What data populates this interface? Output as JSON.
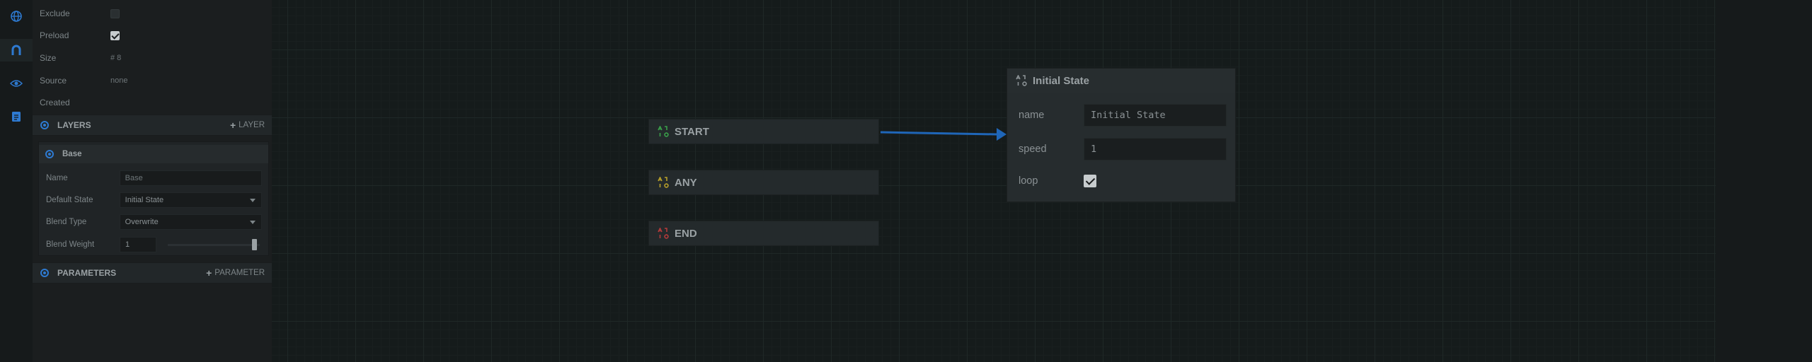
{
  "asset": {
    "exclude_label": "Exclude",
    "exclude_checked": false,
    "preload_label": "Preload",
    "preload_checked": true,
    "size_label": "Size",
    "size_value": "# 8",
    "source_label": "Source",
    "source_value": "none",
    "created_label": "Created"
  },
  "layers": {
    "title": "LAYERS",
    "add_label": "LAYER",
    "items": [
      {
        "name": "Base",
        "fields": {
          "name_label": "Name",
          "name_placeholder": "Base",
          "default_state_label": "Default State",
          "default_state_value": "Initial State",
          "blend_type_label": "Blend Type",
          "blend_type_value": "Overwrite",
          "blend_weight_label": "Blend Weight",
          "blend_weight_value": "1",
          "blend_weight_level": 1.0
        }
      }
    ]
  },
  "parameters": {
    "title": "PARAMETERS",
    "add_label": "PARAMETER"
  },
  "graph": {
    "nodes": [
      {
        "id": "start",
        "label": "START",
        "color": "#3aa04a"
      },
      {
        "id": "any",
        "label": "ANY",
        "color": "#b8a02a"
      },
      {
        "id": "end",
        "label": "END",
        "color": "#b53a3a"
      }
    ],
    "transition_color": "#1f66b8"
  },
  "state_inspector": {
    "title": "Initial State",
    "name_label": "name",
    "name_value": "Initial State",
    "speed_label": "speed",
    "speed_value": "1",
    "loop_label": "loop",
    "loop_checked": true
  },
  "colors": {
    "accent": "#2e7ad1"
  },
  "rail_icons": [
    "globe-icon",
    "magnet-icon",
    "eye-icon",
    "document-icon"
  ]
}
